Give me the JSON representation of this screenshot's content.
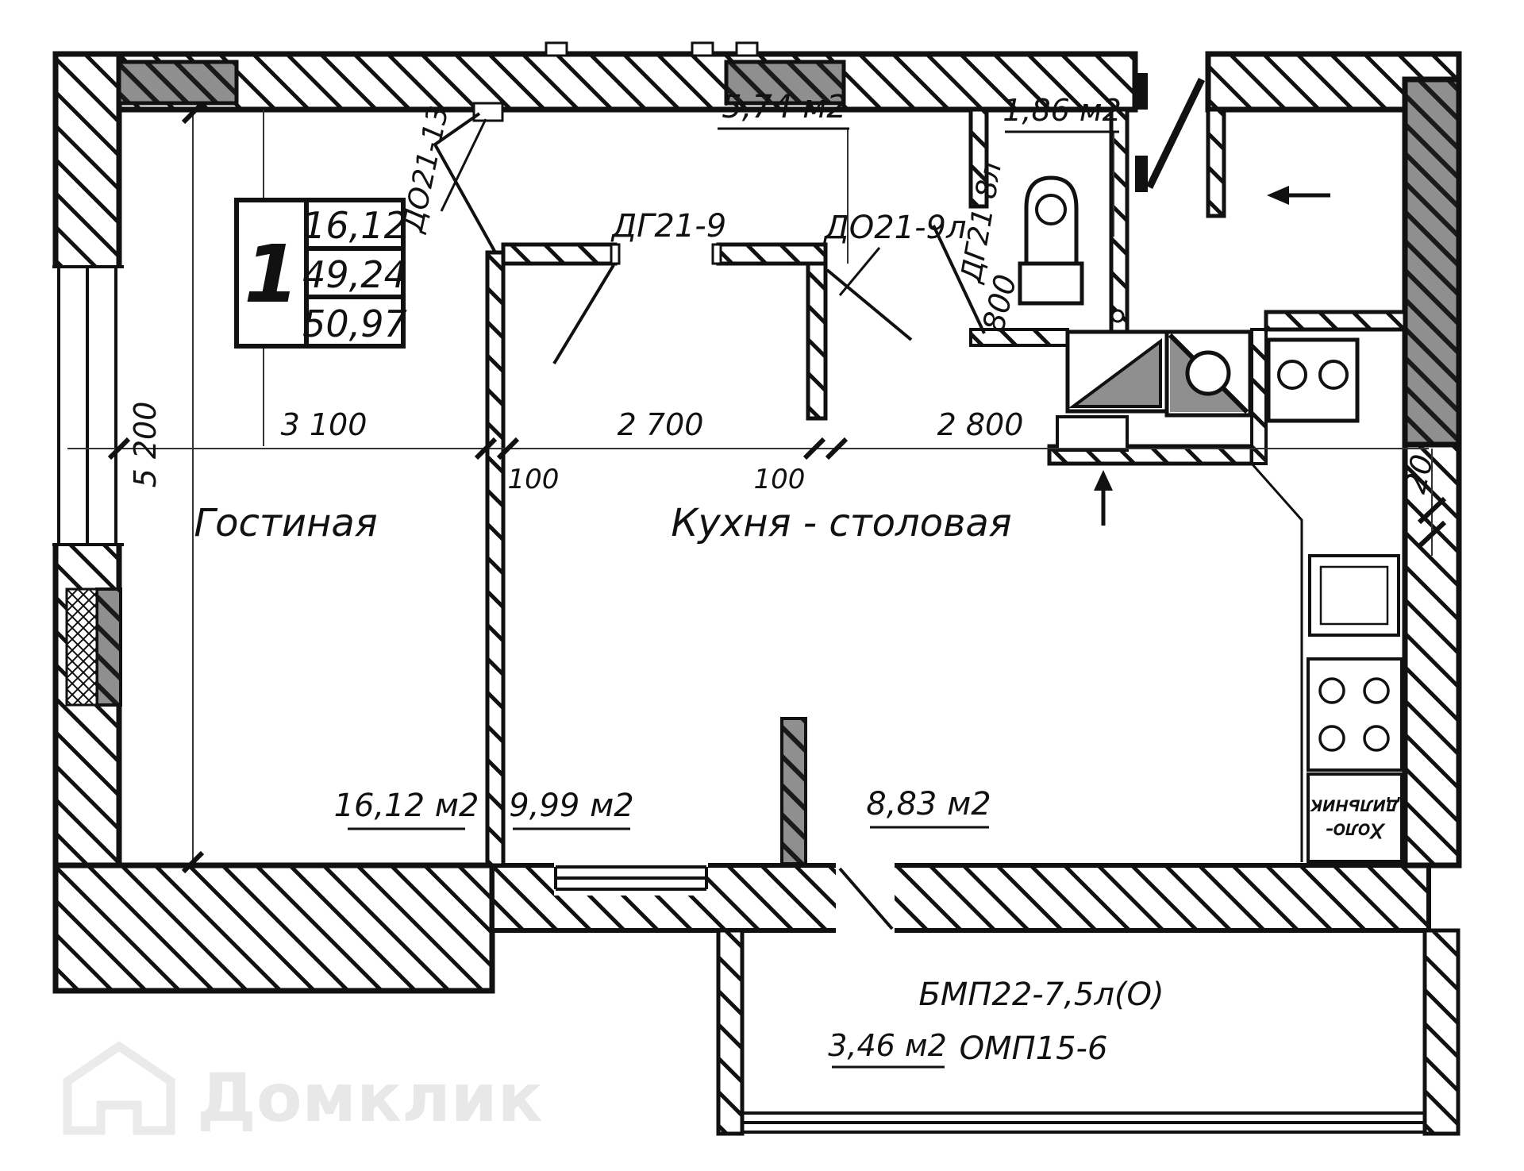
{
  "watermark": {
    "brand": "Домклик"
  },
  "flat_info": {
    "number": "1",
    "living_area": "16,12",
    "area_no_balcony": "49,24",
    "total_area": "50,97"
  },
  "rooms": {
    "living": {
      "name": "Гостиная",
      "area": "16,12 м2"
    },
    "kitchen": {
      "name": "Кухня - столовая",
      "area_left": "9,99 м2",
      "area_right": "8,83 м2"
    },
    "hall": {
      "area": "5,74 м2"
    },
    "wc": {
      "area": "1,86 м2"
    },
    "balcony": {
      "area": "3,46 м2"
    }
  },
  "doors": {
    "living_door": "ДО21-13",
    "kitchen_door": "ДГ21-9",
    "hall_door": "ДО21-9л",
    "wc_door": "ДГ21-8л"
  },
  "windows": {
    "balcony_block": "БМП22-7,5л(О)",
    "window_block": "ОМП15-6"
  },
  "dimensions": {
    "living_width": "3 100",
    "living_height": "5 200",
    "kitchen_width": "2 700",
    "right_width": "2 800",
    "gap_left": "100",
    "gap_right": "100",
    "corridor_width": "800",
    "wall_right": "20"
  },
  "appliances": {
    "fridge_line1": "Холо-",
    "fridge_line2": "дильник"
  },
  "colors": {
    "wall_gray": "#8f8f8f",
    "line": "#111111"
  }
}
